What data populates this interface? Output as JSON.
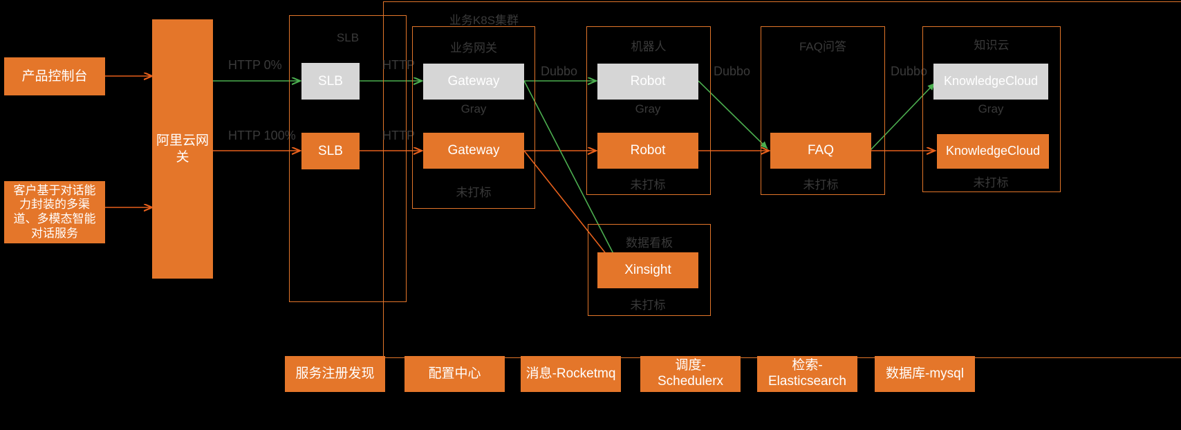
{
  "colors": {
    "orange": "#E4762A",
    "gray": "#D6D6D6",
    "green_flow": "#4CAF50",
    "orange_flow": "#E8611C",
    "background": "#000000",
    "label_text": "#3A3A3A"
  },
  "left_column": {
    "console_box": "产品控制台",
    "customer_box": "客户基于对话能力封装的多渠道、多模态智能对话服务",
    "aliyun_gateway": "阿里云网关"
  },
  "edge_labels": {
    "http_gray": "HTTP  0%",
    "http_normal": "HTTP 100%",
    "http_slb_gray": "HTTP",
    "http_slb_normal": "HTTP",
    "dubbo_gateway": "Dubbo",
    "dubbo_robot": "Dubbo",
    "dubbo_faq": "Dubbo"
  },
  "clusters": {
    "k8s_title": "业务K8S集群",
    "slb": {
      "title": "SLB",
      "gray_node": "SLB",
      "normal_node": "SLB"
    },
    "gateway": {
      "title": "业务网关",
      "gray_node": "Gateway",
      "gray_tag": "Gray",
      "normal_node": "Gateway",
      "normal_tag": "未打标"
    },
    "robot": {
      "title": "机器人",
      "gray_node": "Robot",
      "gray_tag": "Gray",
      "normal_node": "Robot",
      "normal_tag": "未打标"
    },
    "faq": {
      "title": "FAQ问答",
      "normal_node": "FAQ",
      "normal_tag": "未打标"
    },
    "knowledge": {
      "title": "知识云",
      "gray_node": "KnowledgeCloud",
      "gray_tag": "Gray",
      "normal_node": "KnowledgeCloud",
      "normal_tag": "未打标"
    },
    "xinsight": {
      "title": "数据看板",
      "normal_node": "Xinsight",
      "normal_tag": "未打标"
    }
  },
  "infrastructure": [
    {
      "label": "服务注册发现"
    },
    {
      "label": "配置中心"
    },
    {
      "label": "消息-Rocketmq"
    },
    {
      "label": "调度-Schedulerx"
    },
    {
      "label": "检索-Elasticsearch"
    },
    {
      "label": "数据库-mysql"
    }
  ]
}
